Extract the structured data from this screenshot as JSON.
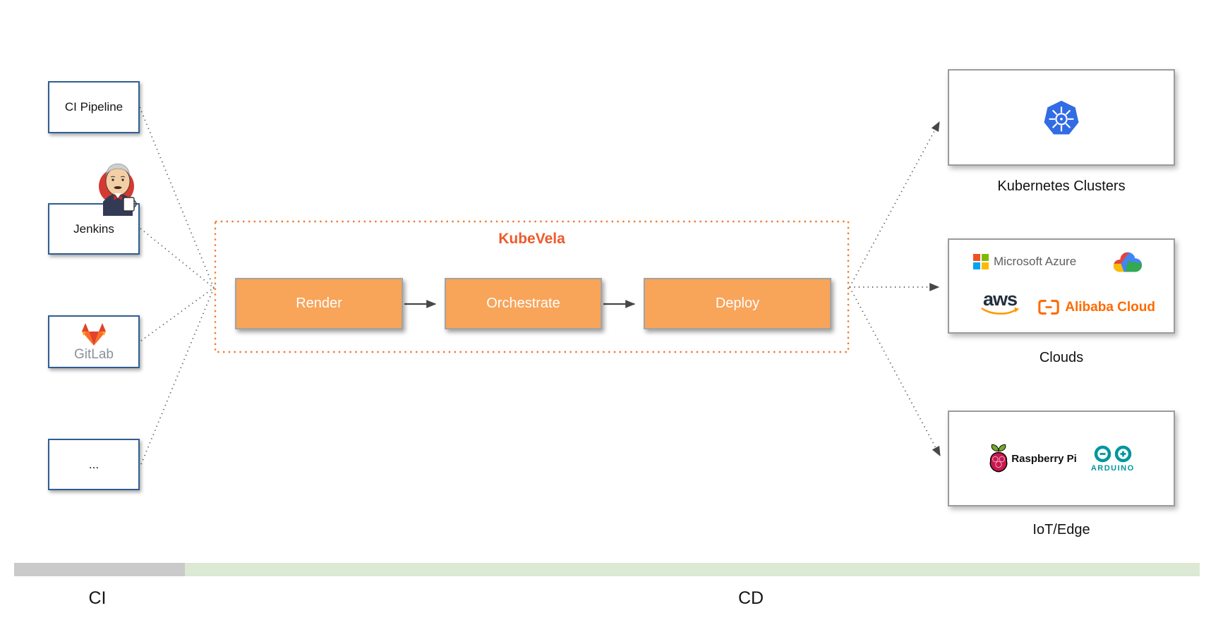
{
  "kubevela": {
    "title": "KubeVela",
    "stages": [
      {
        "label": "Render"
      },
      {
        "label": "Orchestrate"
      },
      {
        "label": "Deploy"
      }
    ]
  },
  "ci_sources": [
    {
      "label": "CI Pipeline"
    },
    {
      "label": "Jenkins"
    },
    {
      "label": "GitLab"
    },
    {
      "label": "..."
    }
  ],
  "targets": {
    "kubernetes": {
      "label": "Kubernetes Clusters"
    },
    "clouds": {
      "label": "Clouds",
      "azure_label": "Microsoft Azure",
      "aws_label": "aws",
      "alibaba_label": "Alibaba Cloud"
    },
    "iot": {
      "label": "IoT/Edge",
      "raspberry_label": "Raspberry Pi",
      "arduino_label": "ARDUINO"
    }
  },
  "footer": {
    "ci_label": "CI",
    "cd_label": "CD"
  },
  "colors": {
    "accent_orange": "#ED5A2A",
    "stage_fill": "#F8A459",
    "dashed_border": "#ED7D31",
    "left_box_border": "#2F5E91",
    "kubernetes_blue": "#326CE5",
    "ci_bar": "#CACACA",
    "cd_bar": "#DCE9D5"
  }
}
